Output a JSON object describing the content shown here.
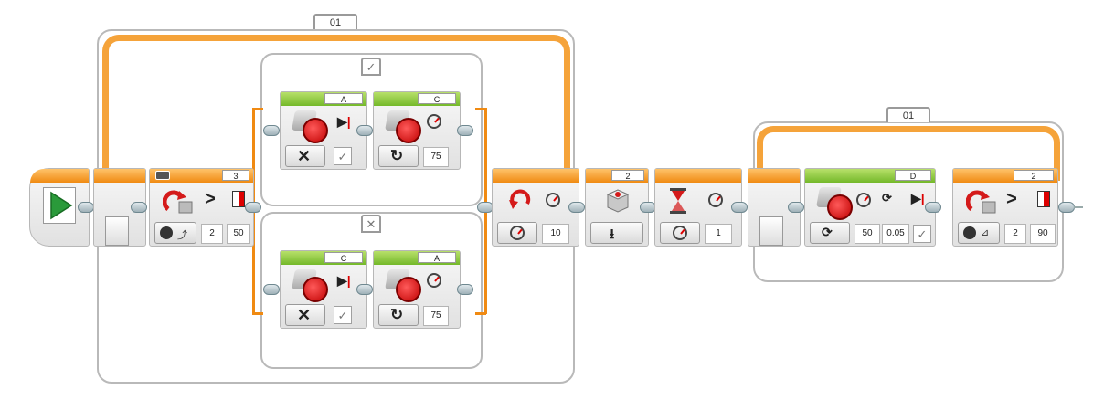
{
  "loop1": {
    "label": "01"
  },
  "loop2": {
    "label": "01"
  },
  "switch": {
    "true_tab": "✓",
    "false_tab": "✕"
  },
  "gyro_wait": {
    "port": "3",
    "compare": ">",
    "value1": "2",
    "value2": "50"
  },
  "true_case": {
    "motor1": {
      "port": "A",
      "brake": "✓"
    },
    "motor2": {
      "port": "C",
      "power": "75"
    }
  },
  "false_case": {
    "motor1": {
      "port": "C",
      "brake": "✓"
    },
    "motor2": {
      "port": "A",
      "power": "75"
    }
  },
  "reset_block": {
    "value": "10"
  },
  "file_block": {
    "port": "2"
  },
  "wait_block": {
    "value": "1"
  },
  "motor_d": {
    "port": "D",
    "power": "50",
    "rotations": "0.05",
    "brake": "✓"
  },
  "gyro_wait2": {
    "port": "2",
    "compare": ">",
    "value1": "2",
    "value2": "90"
  },
  "colors": {
    "loop": "#f5a33a",
    "header_orange": "#f08a12",
    "header_green": "#74b82a",
    "start": "#2a9a3a"
  }
}
